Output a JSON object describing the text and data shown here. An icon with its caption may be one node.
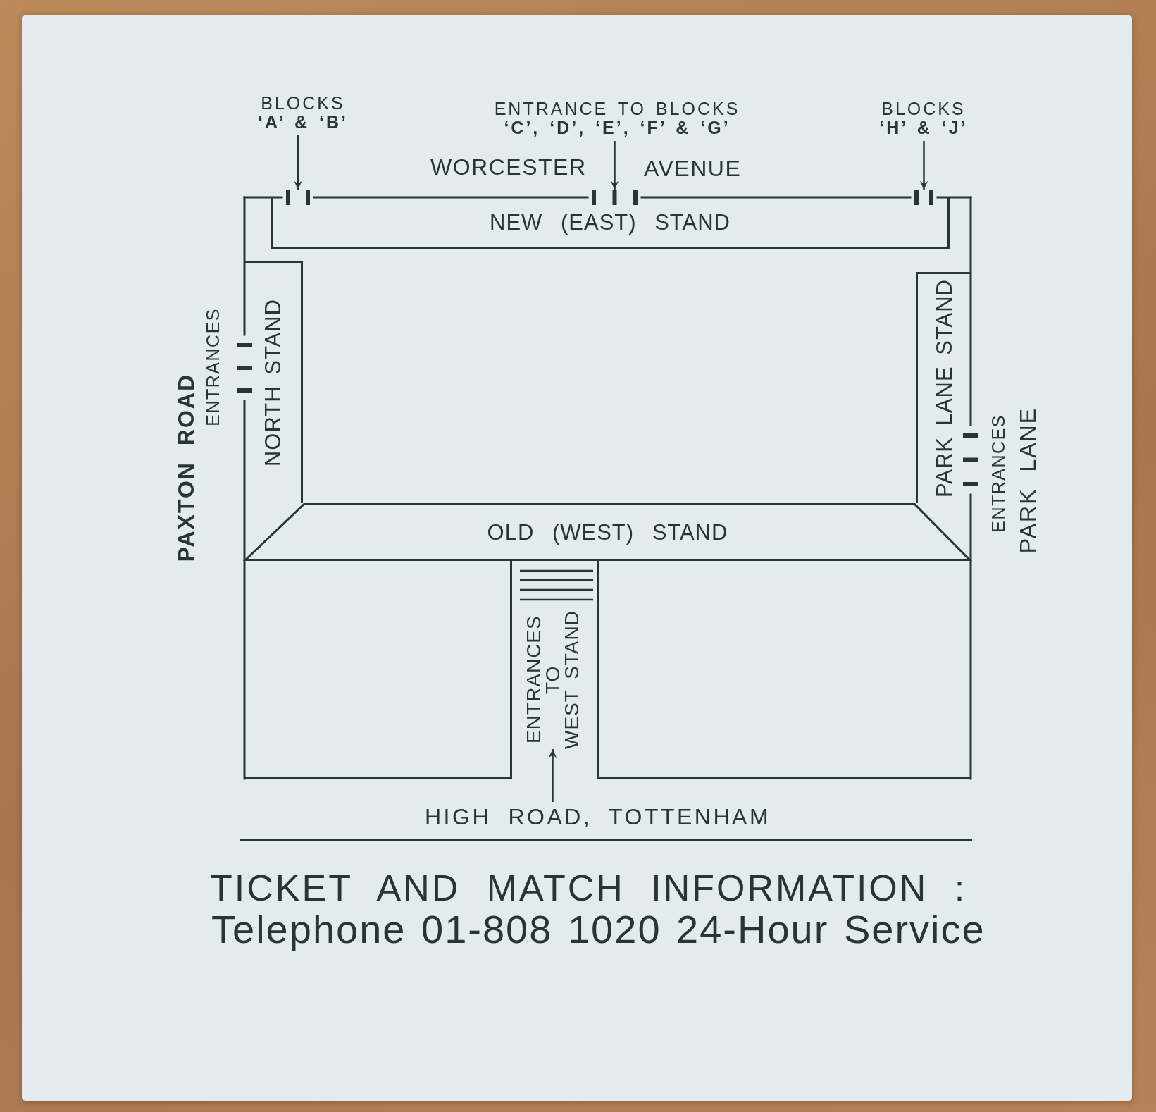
{
  "diagram": {
    "nodes": [
      {
        "text": [
          "BLOCKS **‘A’ & ‘B’**"
        ]
      },
      {
        "text": [
          "ENTRANCE TO BLOCKS **‘C’, ‘D’, ‘E’, ‘F’ & ‘G’**"
        ]
      },
      {
        "text": [
          "BLOCKS **‘H’ & ‘J’**"
        ]
      },
      {
        "text": [],
        "shape": "bar"
      },
      {
        "text": [],
        "shape": "bar"
      },
      {
        "text": [],
        "shape": "bar"
      },
      {
        "text": [
          "NEW (EAST) STAND"
        ]
      },
      {
        "text": [
          "NORTH STAND"
        ]
      },
      {
        "text": [],
        "shape": "bar",
        "beside": [
          "ENTRANCES"
        ]
      },
      {
        "text": [
          "PARK LANE STAND"
        ]
      },
      {
        "text": [],
        "shape": "bar",
        "beside": [
          "ENTRANCES"
        ]
      },
      {
        "text": [
          "OLD (WEST) STAND"
        ]
      },
      {
        "text": [],
        "shape": "box"
      },
      {
        "text": [
          "ENTRANCES TO WEST STAND"
        ]
      },
      {
        "text": [],
        "shape": "box"
      },
      {
        "text": [
          "HIGH ROAD, TOTTENHAM"
        ]
      }
    ],
    "edges": [
      {
        "from": 0,
        "to": 3,
        "arrow": "to"
      },
      {
        "from": 1,
        "to": 4,
        "arrow": "to"
      },
      {
        "from": 2,
        "to": 5,
        "arrow": "to"
      },
      {
        "from": 15,
        "to": 13,
        "arrow": "to"
      }
    ],
    "labels": [
      "WORCESTER",
      "AVENUE",
      "PAXTON ROAD",
      "PARK LANE",
      "TICKET AND MATCH INFORMATION :",
      "Telephone 01-808 1020 24-Hour Service"
    ]
  }
}
